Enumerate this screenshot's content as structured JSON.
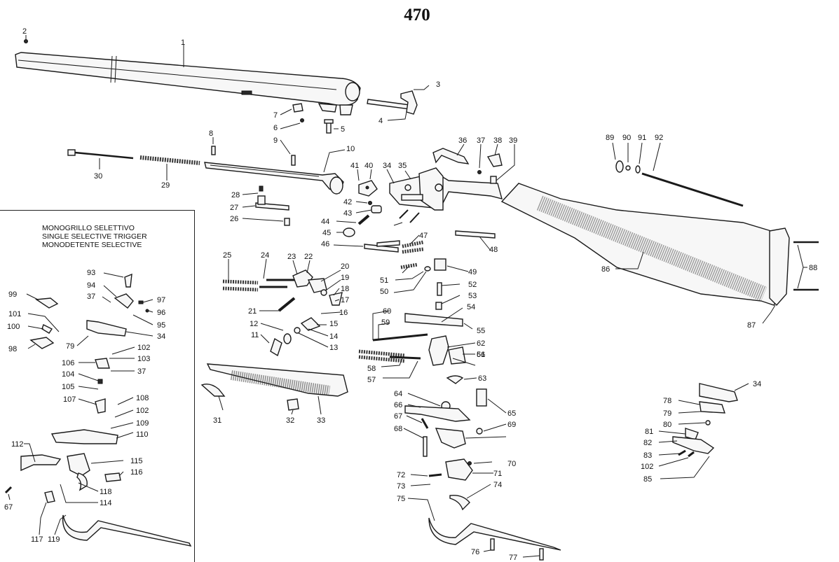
{
  "title": "470",
  "inset": {
    "heading_it": "MONOGRILLO SELETTIVO",
    "heading_en": "SINGLE SELECTIVE TRIGGER",
    "heading_fr": "MONODETENTE SELECTIVE"
  },
  "parts": {
    "main": [
      "1",
      "2",
      "3",
      "4",
      "5",
      "6",
      "7",
      "8",
      "9",
      "10",
      "11",
      "12",
      "13",
      "14",
      "15",
      "16",
      "17",
      "18",
      "19",
      "20",
      "21",
      "22",
      "23",
      "24",
      "25",
      "26",
      "27",
      "28",
      "29",
      "30",
      "31",
      "32",
      "33",
      "34",
      "35",
      "36",
      "37",
      "38",
      "39",
      "40",
      "41",
      "42",
      "43",
      "44",
      "45",
      "46",
      "47",
      "48",
      "49",
      "50",
      "51",
      "52",
      "53",
      "54",
      "55",
      "56",
      "57",
      "58",
      "59",
      "60",
      "61",
      "62",
      "63",
      "64",
      "65",
      "66",
      "67",
      "68",
      "69",
      "70",
      "71",
      "72",
      "73",
      "74",
      "75",
      "76",
      "77",
      "86",
      "87",
      "88",
      "89",
      "90",
      "91",
      "92"
    ],
    "inset": [
      "93",
      "94",
      "37",
      "97",
      "96",
      "95",
      "34",
      "99",
      "101",
      "100",
      "98",
      "79",
      "102",
      "103",
      "106",
      "37",
      "104",
      "105",
      "107",
      "108",
      "102",
      "109",
      "110",
      "112",
      "115",
      "116",
      "118",
      "114",
      "67",
      "117",
      "119"
    ],
    "right_detail": [
      "34",
      "78",
      "79",
      "80",
      "81",
      "82",
      "83",
      "102",
      "85"
    ]
  }
}
